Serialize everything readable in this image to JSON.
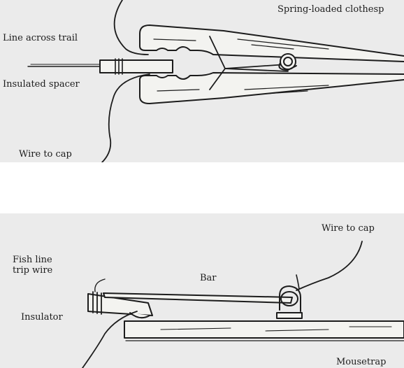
{
  "top_diagram": {
    "labels": {
      "clothespin": "Spring-loaded clothesp",
      "line": "Line across trail",
      "spacer": "Insulated spacer",
      "wire": "Wire to cap"
    }
  },
  "bottom_diagram": {
    "labels": {
      "wire": "Wire to cap",
      "trip_line_1": "Fish line",
      "trip_line_2": "trip wire",
      "bar": "Bar",
      "insulator": "Insulator",
      "mousetrap": "Mousetrap"
    }
  },
  "colors": {
    "ink": "#1c1c1c",
    "paper": "#ebebeb",
    "wood": "#f3f3f0"
  }
}
